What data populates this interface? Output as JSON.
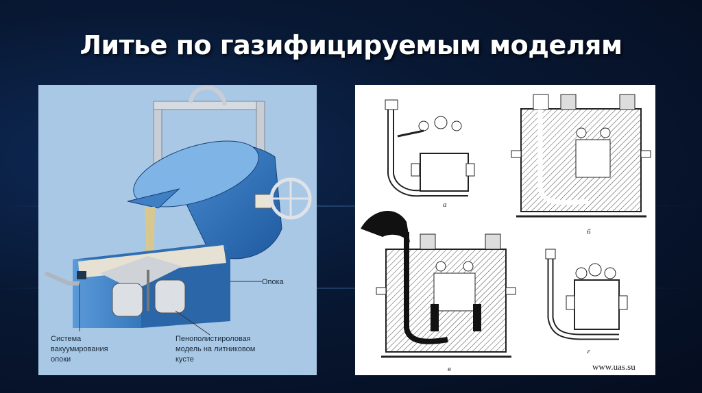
{
  "slide": {
    "title": "Литье по газифицируемым моделям"
  },
  "left_diagram": {
    "labels": {
      "flask": "Опока",
      "vacuum_system": [
        "Система",
        "вакуумирования",
        "опоки"
      ],
      "foam_model": [
        "Пенополистироловая",
        "модель на литниковом",
        "кусте"
      ]
    }
  },
  "right_diagram": {
    "captions": [
      "а",
      "б",
      "в",
      "г"
    ],
    "watermark": "www.uas.su"
  }
}
